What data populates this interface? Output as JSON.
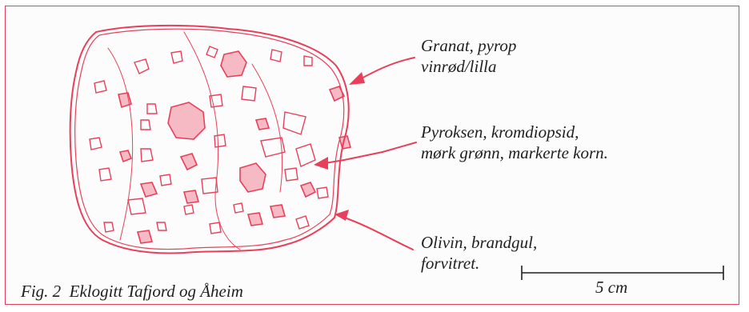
{
  "labels": {
    "granat": {
      "line1": "Granat, pyrop",
      "line2": "vinrød/lilla"
    },
    "pyroksen": {
      "line1": "Pyroksen, kromdiopsid,",
      "line2": "mørk grønn, markerte korn."
    },
    "olivin": {
      "line1": "Olivin, brandgul,",
      "line2": "forvitret."
    }
  },
  "caption": "Fig. 2  Eklogitt Tafjord og Åheim",
  "scale_bar": {
    "label": "5 cm"
  },
  "colors": {
    "ink": "#e8405a",
    "text": "#1f1f1f"
  }
}
